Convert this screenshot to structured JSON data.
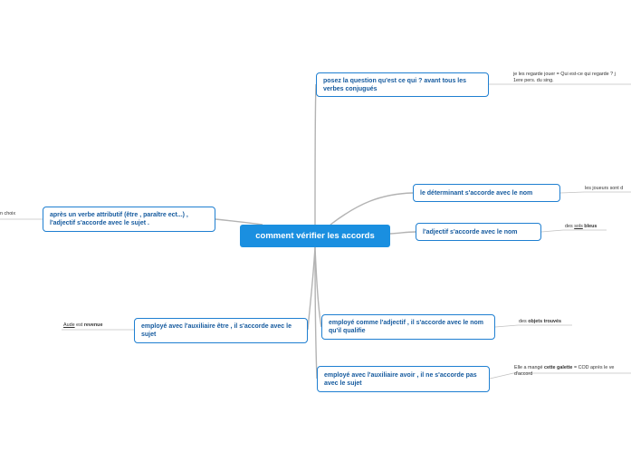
{
  "central": "comment vérifier les accords",
  "topics": {
    "t1": "posez la question qu'est ce qui ? avant tous les verbes conjugués",
    "t2": "le déterminant s'accorde avec le nom",
    "t3": "l'adjectif s'accorde avec le nom",
    "t4": "employé comme l'adjectif , il s'accorde avec le nom qu'il qualifie",
    "t5": "employé avec l'auxiliaire avoir , il ne s'accorde pas avec le sujet",
    "t6": "après un verbe attributif (être , paraître ect...) , l'adjectif s'accorde avec le sujet .",
    "t7": "employé avec l'auxiliaire être , il s'accorde avec le sujet"
  },
  "subtopics": {
    "s1_line1": "je les regarde jouer = Qui est-ce qui regarde ? j",
    "s1_line2": "1ere pers. du sing.",
    "s2": "les joueurs sont d",
    "s3_a": "des",
    "s3_b": "sols",
    "s3_c": "bleus",
    "s4_a": "des",
    "s4_b": "objets trouvés",
    "s5_a": "Elle a mangé",
    "s5_b": "cette galette",
    "s5_c": "= COD après le ve",
    "s5_line2": "d'accord",
    "s6": "n choix",
    "s7_a": "Aude",
    "s7_b": "est",
    "s7_c": "revenue"
  }
}
